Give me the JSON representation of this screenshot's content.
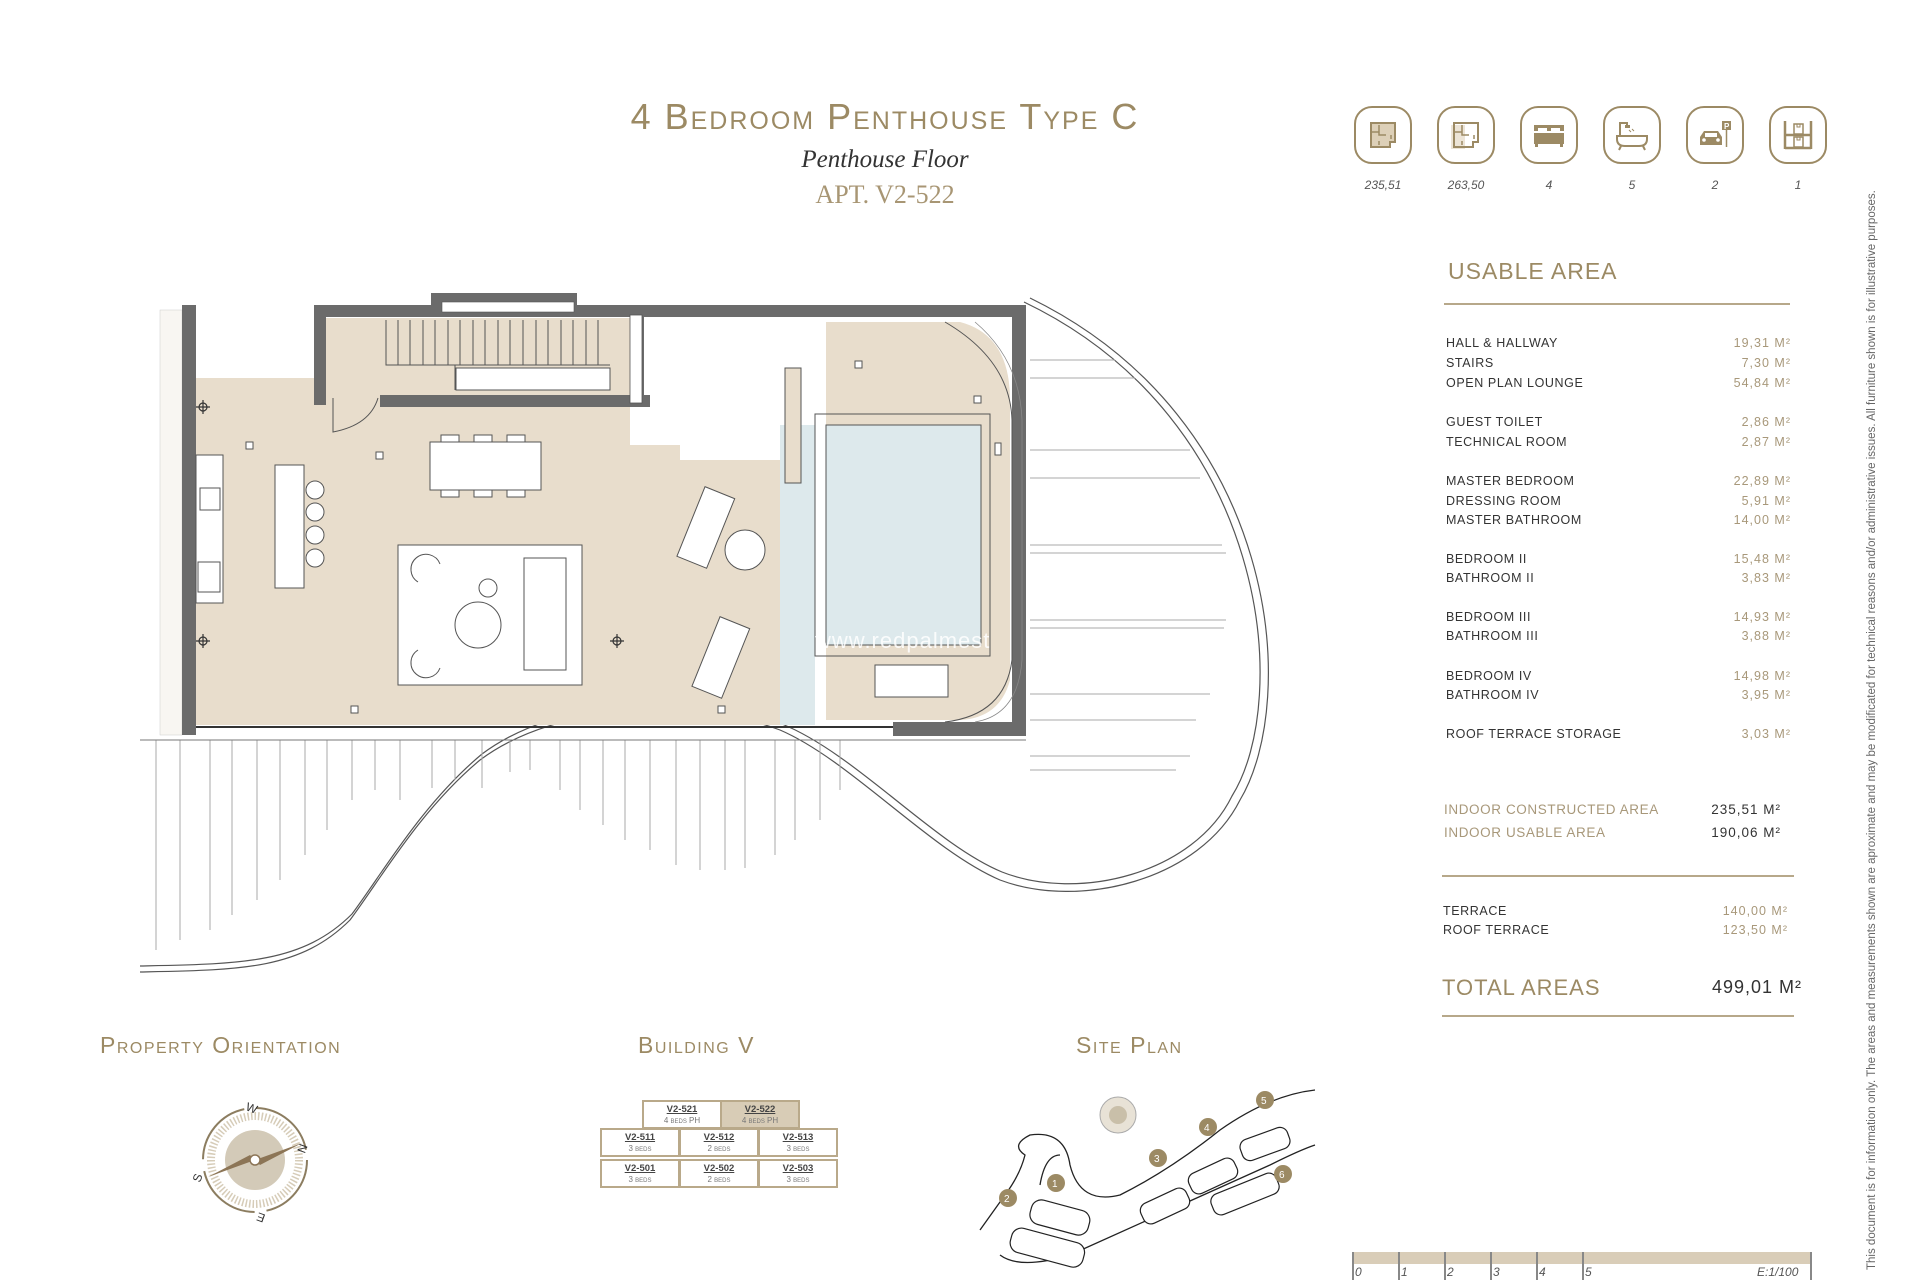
{
  "header": {
    "title": "4 Bedroom Penthouse Type C",
    "subtitle": "Penthouse Floor",
    "apartment": "APT. V2-522"
  },
  "features": [
    {
      "icon": "constructed-area-icon",
      "value": "235,51"
    },
    {
      "icon": "total-area-icon",
      "value": "263,50"
    },
    {
      "icon": "bed-icon",
      "value": "4"
    },
    {
      "icon": "bathtub-icon",
      "value": "5"
    },
    {
      "icon": "parking-icon",
      "value": "2"
    },
    {
      "icon": "storage-icon",
      "value": "1"
    }
  ],
  "usable_area": {
    "title": "USABLE AREA",
    "rows": [
      {
        "label": "Hall & Hallway",
        "value": "19,31 M²"
      },
      {
        "label": "Stairs",
        "value": "7,30 M²"
      },
      {
        "label": "Open Plan Lounge",
        "value": "54,84 M²"
      },
      {
        "label": "Guest Toilet",
        "value": "2,86 M²"
      },
      {
        "label": "Technical Room",
        "value": "2,87 M²"
      },
      {
        "label": "Master Bedroom",
        "value": "22,89 M²"
      },
      {
        "label": "Dressing Room",
        "value": "5,91 M²"
      },
      {
        "label": "Master Bathroom",
        "value": "14,00 M²"
      },
      {
        "label": "Bedroom II",
        "value": "15,48 M²"
      },
      {
        "label": "Bathroom II",
        "value": "3,83 M²"
      },
      {
        "label": "Bedroom III",
        "value": "14,93 M²"
      },
      {
        "label": "Bathroom III",
        "value": "3,88 M²"
      },
      {
        "label": "Bedroom IV",
        "value": "14,98 M²"
      },
      {
        "label": "Bathroom IV",
        "value": "3,95 M²"
      },
      {
        "label": "Roof Terrace Storage",
        "value": "3,03 M²"
      }
    ],
    "indoor_constructed_label": "Indoor Constructed Area",
    "indoor_constructed_value": "235,51 M²",
    "indoor_usable_label": "Indoor Usable Area",
    "indoor_usable_value": "190,06 M²",
    "terrace_label": "Terrace",
    "terrace_value": "140,00 M²",
    "roof_terrace_label": "Roof Terrace",
    "roof_terrace_value": "123,50 M²",
    "total_label": "TOTAL AREAS",
    "total_value": "499,01 M²"
  },
  "disclaimer": "This document is for information only. The areas and measurements shown are aproximate and may be modificated for technical reasons and/or administrative issues. All furniture shown is for illustrative purposes.",
  "orientation": {
    "title": "Property Orientation",
    "labels": {
      "n": "N",
      "s": "S",
      "e": "E",
      "w": "W"
    }
  },
  "building": {
    "title": "Building V",
    "top_row": [
      {
        "unit": "V2-521",
        "beds": "4 beds PH",
        "selected": false
      },
      {
        "unit": "V2-522",
        "beds": "4 beds PH",
        "selected": true
      }
    ],
    "mid_row": [
      {
        "unit": "V2-511",
        "beds": "3 beds"
      },
      {
        "unit": "V2-512",
        "beds": "2 beds"
      },
      {
        "unit": "V2-513",
        "beds": "3 beds"
      }
    ],
    "bottom_row": [
      {
        "unit": "V2-501",
        "beds": "3 beds"
      },
      {
        "unit": "V2-502",
        "beds": "2 beds"
      },
      {
        "unit": "V2-503",
        "beds": "3 beds"
      }
    ]
  },
  "site_plan": {
    "title": "Site Plan",
    "markers": [
      "1",
      "2",
      "3",
      "4",
      "5",
      "6"
    ]
  },
  "scale": {
    "ticks": [
      "0",
      "1",
      "2",
      "3",
      "4",
      "5"
    ],
    "label": "E:1/100"
  },
  "watermark": "www.redpalmest",
  "colors": {
    "accent_gold": "#9c8a64",
    "floor_beige": "#e8ddcc",
    "pool_blue": "#dde9ec",
    "wall_grey": "#6b6b6b"
  }
}
